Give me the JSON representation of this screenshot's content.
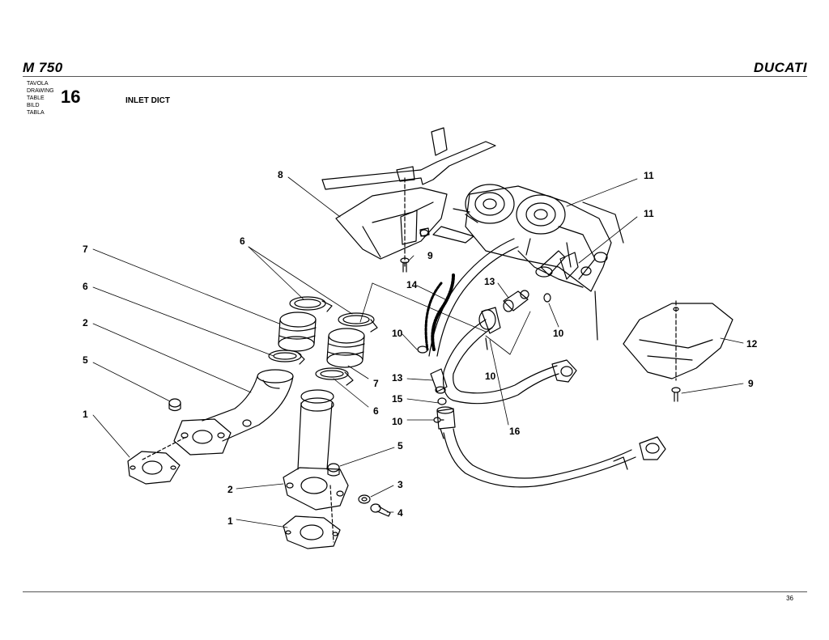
{
  "header": {
    "model": "M 750",
    "brand": "DUCATI",
    "table_words": [
      "TAVOLA",
      "DRAWING",
      "TABLE",
      "BILD",
      "TABLA"
    ],
    "table_number": "16",
    "table_title": "INLET DICT"
  },
  "callouts": [
    "8",
    "11",
    "11",
    "9",
    "7",
    "6",
    "14",
    "13",
    "6",
    "10",
    "12",
    "2",
    "10",
    "10",
    "5",
    "13",
    "7",
    "9",
    "15",
    "1",
    "10",
    "6",
    "16",
    "5",
    "3",
    "2",
    "4",
    "1"
  ],
  "footer": {
    "page_number": "36"
  }
}
